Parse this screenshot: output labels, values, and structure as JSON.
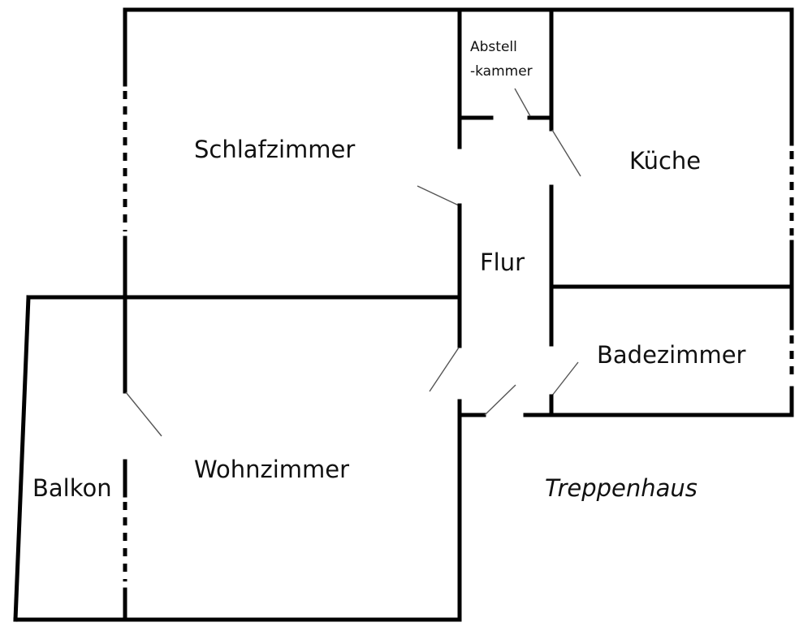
{
  "floor_plan": {
    "rooms": {
      "schlafzimmer": "Schlafzimmer",
      "abstellkammer_line1": "Abstell",
      "abstellkammer_line2": "-kammer",
      "kueche": "Küche",
      "flur": "Flur",
      "badezimmer": "Badezimmer",
      "wohnzimmer": "Wohnzimmer",
      "balkon": "Balkon",
      "treppenhaus": "Treppenhaus"
    },
    "colors": {
      "wall": "#000000",
      "door_swing": "#555555",
      "background": "#ffffff"
    }
  }
}
